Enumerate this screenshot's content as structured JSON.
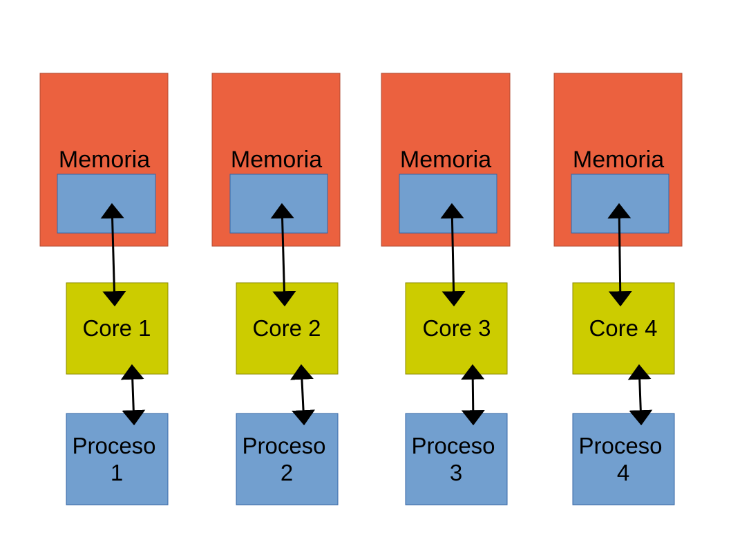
{
  "colors": {
    "memory": "#eb613f",
    "memory_inner": "#729fcf",
    "core": "#cccc00",
    "process": "#729fcf",
    "arrow": "#000000"
  },
  "columns": [
    {
      "memory_label": "Memoria",
      "core_label": "Core 1",
      "process_label_line1": "Proceso",
      "process_label_line2": "1"
    },
    {
      "memory_label": "Memoria",
      "core_label": "Core 2",
      "process_label_line1": "Proceso",
      "process_label_line2": "2"
    },
    {
      "memory_label": "Memoria",
      "core_label": "Core 3",
      "process_label_line1": "Proceso",
      "process_label_line2": "3"
    },
    {
      "memory_label": "Memoria",
      "core_label": "Core 4",
      "process_label_line1": "Proceso",
      "process_label_line2": "4"
    }
  ]
}
